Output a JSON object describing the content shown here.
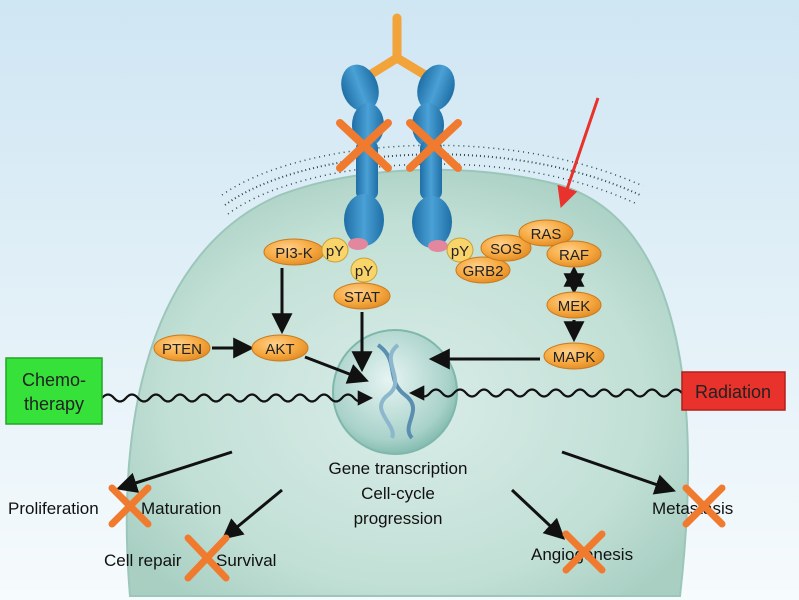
{
  "signaling": {
    "pi3k": "PI3-K",
    "py_left": "pY",
    "py_mid": "pY",
    "py_right": "pY",
    "stat": "STAT",
    "pten": "PTEN",
    "akt": "AKT",
    "sos": "SOS",
    "ras": "RAS",
    "raf": "RAF",
    "grb2": "GRB2",
    "mek": "MEK",
    "mapk": "MAPK"
  },
  "inputs": {
    "chemo_line1": "Chemo-",
    "chemo_line2": "therapy",
    "radiation": "Radiation"
  },
  "nucleus": {
    "line1": "Gene transcription",
    "line2": "Cell-cycle",
    "line3": "progression"
  },
  "outcomes": {
    "proliferation": "Proliferation",
    "maturation": "Maturation",
    "cell_repair": "Cell repair",
    "survival": "Survival",
    "metastasis": "Metastasis",
    "angiogenesis": "Angiogenesis"
  },
  "colors": {
    "receptor_blue": "#2d7fb8",
    "kinase_orange": "#f2a33a",
    "block_x": "#f07a2e",
    "chemo_green": "#36e23a",
    "radiation_red": "#e8322b",
    "pointer_red": "#e8322b"
  }
}
